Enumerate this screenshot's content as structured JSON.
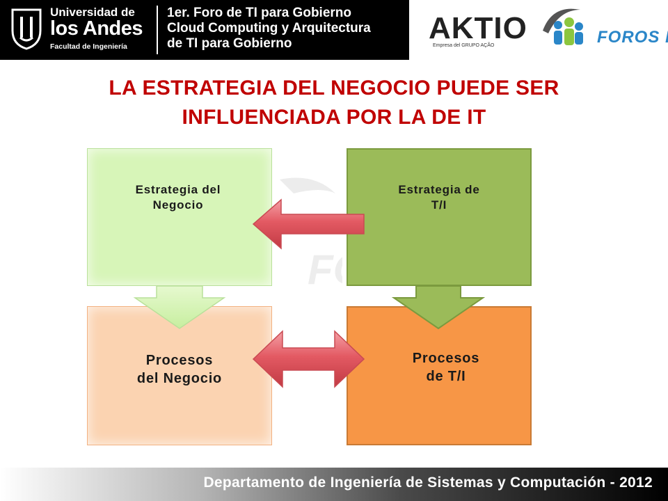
{
  "header": {
    "university": {
      "line1": "Universidad de",
      "line2": "los Andes",
      "line3": "Facultad de Ingeniería"
    },
    "forum_title": {
      "line1": "1er. Foro de TI para Gobierno",
      "line2": "Cloud Computing y Arquitectura",
      "line3": "de TI para Gobierno"
    },
    "aktio": {
      "name": "AKTIO",
      "tagline": "Empresa del GRUPO AÇÃO"
    },
    "foros": {
      "name": "FOROS ISIS"
    }
  },
  "title": {
    "line1": "LA ESTRATEGIA DEL NEGOCIO PUEDE SER",
    "line2": "INFLUENCIADA POR LA DE IT"
  },
  "diagram": {
    "business_strategy": {
      "line1": "Estrategia del",
      "line2": "Negocio"
    },
    "it_strategy": {
      "line1": "Estrategia de",
      "line2": "T/I"
    },
    "business_processes": {
      "line1": "Procesos",
      "line2": "del Negocio"
    },
    "it_processes": {
      "line1": "Procesos",
      "line2": "de T/I"
    }
  },
  "colors": {
    "title_red": "#c00000",
    "business_strategy_fill": "#d7f5b8",
    "it_strategy_fill": "#9bbb59",
    "business_processes_fill": "#fbd3b1",
    "it_processes_fill": "#f79646",
    "arrow_red": "#e8505b"
  },
  "footer": {
    "text": "Departamento de Ingeniería de Sistemas y Computación - 2012"
  }
}
